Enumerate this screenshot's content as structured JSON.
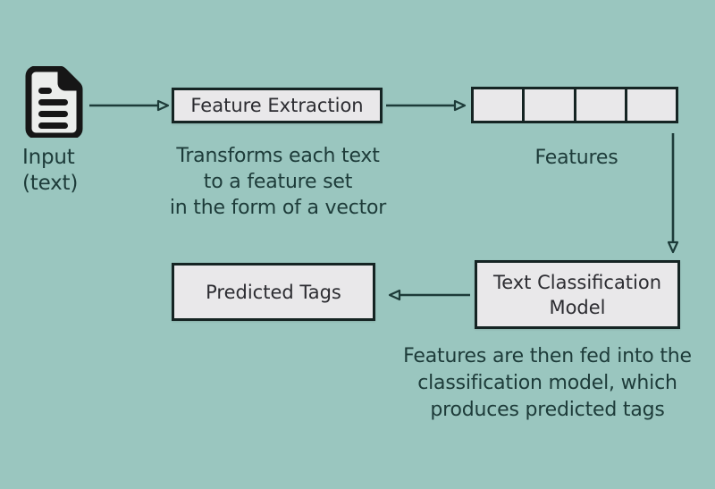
{
  "canvas": {
    "background_color": "#9ac6bf",
    "text_color": "#1d3b39",
    "box_fill_color": "#e9e8ea",
    "box_border_color": "#152423"
  },
  "nodes": {
    "input": {
      "icon": "document-icon",
      "label_line1": "Input",
      "label_line2": "(text)"
    },
    "feature_extraction": {
      "label": "Feature Extraction"
    },
    "features_vector": {
      "cells": 4,
      "label": "Features"
    },
    "classification_model": {
      "label_line1": "Text Classification",
      "label_line2": "Model"
    },
    "predicted_tags": {
      "label": "Predicted Tags"
    }
  },
  "captions": {
    "feature_extraction_note": {
      "line1": "Transforms each text",
      "line2": "to a feature set",
      "line3": "in the form of a vector"
    },
    "model_note": {
      "line1": "Features are then fed into the",
      "line2": "classification model, which",
      "line3": "produces predicted tags"
    }
  },
  "arrows": [
    {
      "name": "arrow-input-to-extraction",
      "direction": "right"
    },
    {
      "name": "arrow-extraction-to-features",
      "direction": "right"
    },
    {
      "name": "arrow-features-to-model",
      "direction": "down"
    },
    {
      "name": "arrow-model-to-tags",
      "direction": "left"
    }
  ]
}
